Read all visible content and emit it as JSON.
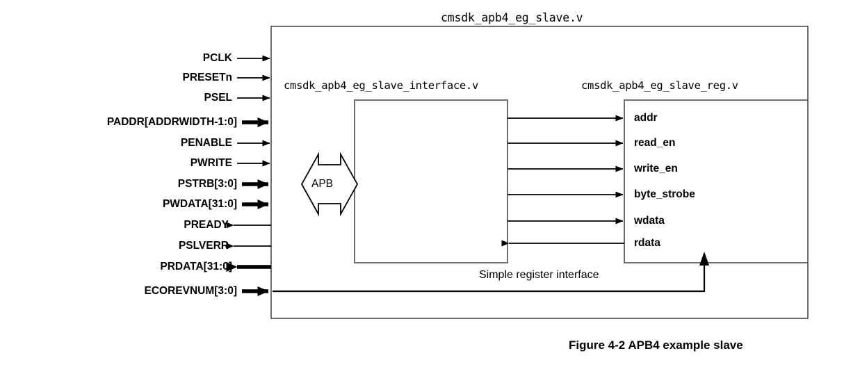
{
  "figure": {
    "title": "cmsdk_apb4_eg_slave.v",
    "caption": "Figure 4-2 APB4 example slave",
    "bus_label": "APB",
    "register_interface_label": "Simple register interface"
  },
  "blocks": {
    "interface": {
      "title": "cmsdk_apb4_eg_slave_interface.v"
    },
    "reg": {
      "title": "cmsdk_apb4_eg_slave_reg.v"
    }
  },
  "left_signals": [
    {
      "name": "PCLK",
      "direction": "in",
      "bus": false
    },
    {
      "name": "PRESETn",
      "direction": "in",
      "bus": false
    },
    {
      "name": "PSEL",
      "direction": "in",
      "bus": false
    },
    {
      "name": "PADDR[ADDRWIDTH-1:0]",
      "direction": "in",
      "bus": true
    },
    {
      "name": "PENABLE",
      "direction": "in",
      "bus": false
    },
    {
      "name": "PWRITE",
      "direction": "in",
      "bus": false
    },
    {
      "name": "PSTRB[3:0]",
      "direction": "in",
      "bus": true
    },
    {
      "name": "PWDATA[31:0]",
      "direction": "in",
      "bus": true
    },
    {
      "name": "PREADY",
      "direction": "out",
      "bus": false
    },
    {
      "name": "PSLVERR",
      "direction": "out",
      "bus": false
    },
    {
      "name": "PRDATA[31:0]",
      "direction": "out",
      "bus": true
    },
    {
      "name": "ECOREVNUM[3:0]",
      "direction": "in",
      "bus": true
    }
  ],
  "register_signals": [
    {
      "name": "addr",
      "direction": "to-reg"
    },
    {
      "name": "read_en",
      "direction": "to-reg"
    },
    {
      "name": "write_en",
      "direction": "to-reg"
    },
    {
      "name": "byte_strobe",
      "direction": "to-reg"
    },
    {
      "name": "wdata",
      "direction": "to-reg"
    },
    {
      "name": "rdata",
      "direction": "from-reg"
    }
  ],
  "colors": {
    "stroke": "#000000",
    "box_border": "#6e6e6e",
    "background": "#ffffff",
    "text": "#000000"
  }
}
